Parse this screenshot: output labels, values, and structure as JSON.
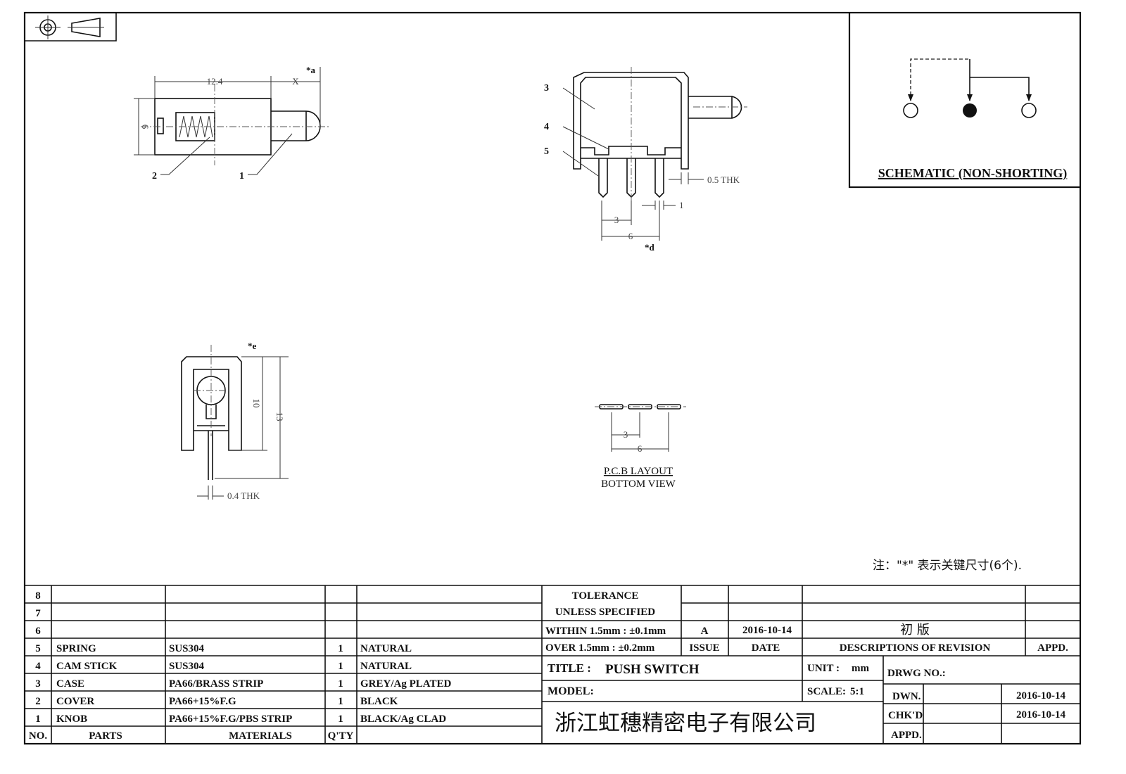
{
  "schematic": {
    "title": "SCHEMATIC (NON-SHORTING)"
  },
  "views": {
    "side": {
      "dim_length": "12.4",
      "dim_x": "X",
      "dim_height": "6",
      "key_a": "*a",
      "label_2": "2",
      "label_1": "1"
    },
    "front": {
      "label_3": "3",
      "label_4": "4",
      "label_5": "5",
      "thk": "0.5 THK",
      "pin_w": "1",
      "pitch": "3",
      "span": "6",
      "key_d": "*d"
    },
    "end": {
      "key_e": "*e",
      "dim_10": "10",
      "dim_13": "13",
      "thk": "0.4 THK"
    },
    "pcb": {
      "pitch": "3",
      "span": "6",
      "title": "P.C.B LAYOUT",
      "subtitle": "BOTTOM VIEW"
    }
  },
  "note": "注：\"*\"  表示关键尺寸(6个).",
  "parts": {
    "headers": {
      "no": "NO.",
      "parts": "PARTS",
      "materials": "MATERIALS",
      "qty": "Q'TY"
    },
    "rows": [
      {
        "no": "8",
        "part": "",
        "material": "",
        "qty": "",
        "finish": ""
      },
      {
        "no": "7",
        "part": "",
        "material": "",
        "qty": "",
        "finish": ""
      },
      {
        "no": "6",
        "part": "",
        "material": "",
        "qty": "",
        "finish": ""
      },
      {
        "no": "5",
        "part": "SPRING",
        "material": "SUS304",
        "qty": "1",
        "finish": "NATURAL"
      },
      {
        "no": "4",
        "part": "CAM STICK",
        "material": "SUS304",
        "qty": "1",
        "finish": "NATURAL"
      },
      {
        "no": "3",
        "part": "CASE",
        "material": "PA66/BRASS STRIP",
        "qty": "1",
        "finish": "GREY/Ag PLATED"
      },
      {
        "no": "2",
        "part": "COVER",
        "material": "PA66+15%F.G",
        "qty": "1",
        "finish": "BLACK"
      },
      {
        "no": "1",
        "part": "KNOB",
        "material": "PA66+15%F.G/PBS STRIP",
        "qty": "1",
        "finish": "BLACK/Ag CLAD"
      }
    ]
  },
  "tolerance": {
    "line1": "TOLERANCE",
    "line2": "UNLESS   SPECIFIED",
    "within": "WITHIN 1.5mm : ±0.1mm",
    "over": "OVER 1.5mm : ±0.2mm"
  },
  "revision": {
    "issue": "A",
    "date": "2016-10-14",
    "description": "初  版",
    "h_issue": "ISSUE",
    "h_date": "DATE",
    "h_desc": "DESCRIPTIONS OF REVISION",
    "h_appd": "APPD."
  },
  "title_block": {
    "title_label": "TITLE :",
    "title": "PUSH SWITCH",
    "unit_label": "UNIT :",
    "unit": "mm",
    "model_label": "MODEL:",
    "scale_label": "SCALE:",
    "scale": "5:1",
    "drwg_no_label": "DRWG NO.:",
    "company": "浙江虹穗精密电子有限公司",
    "dwn_label": "DWN.",
    "dwn_date": "2016-10-14",
    "chkd_label": "CHK'D",
    "chkd_date": "2016-10-14",
    "appd_label": "APPD."
  }
}
